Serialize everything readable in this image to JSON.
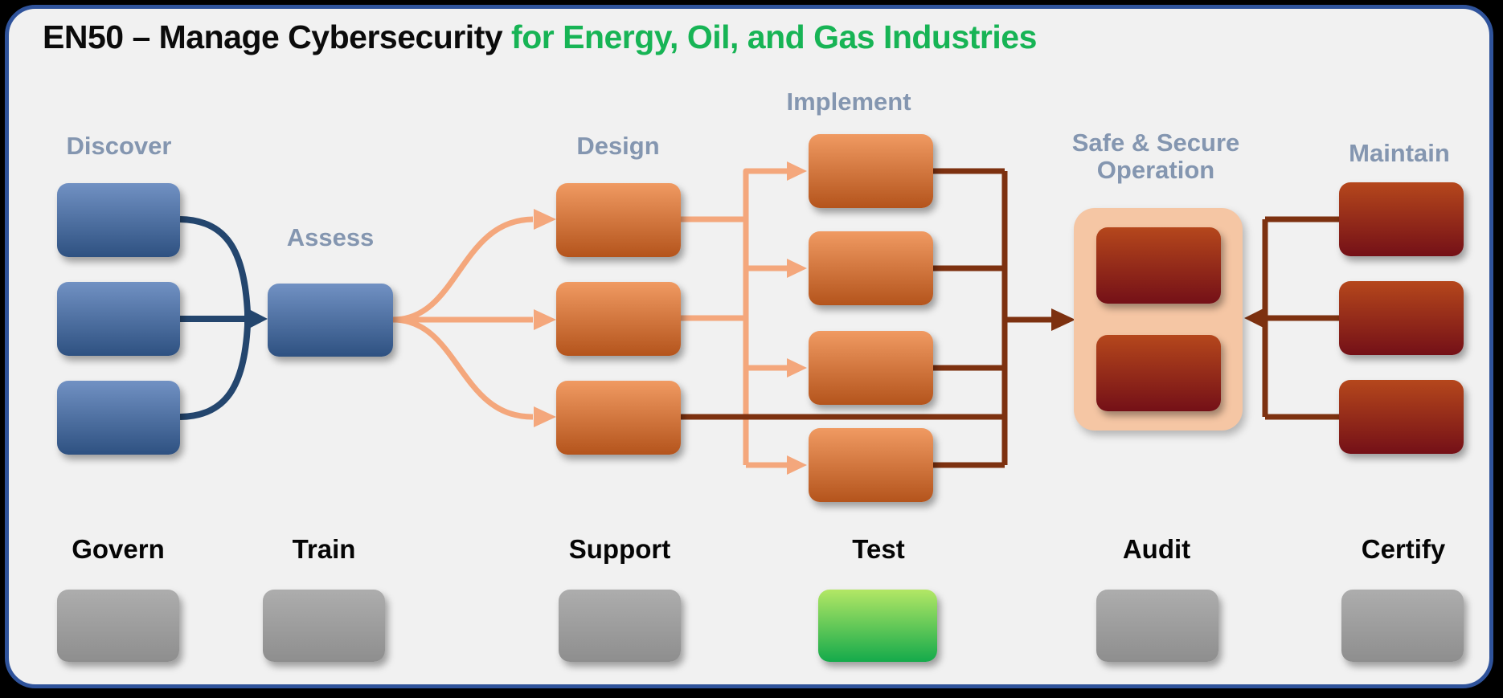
{
  "title": {
    "prefix": "EN50 – Manage Cybersecurity ",
    "highlight": "for Energy, Oil, and Gas Industries"
  },
  "stages": {
    "discover": {
      "label": "Discover",
      "box_count": 3
    },
    "assess": {
      "label": "Assess",
      "box_count": 1
    },
    "design": {
      "label": "Design",
      "box_count": 3
    },
    "implement": {
      "label": "Implement",
      "box_count": 4
    },
    "operation": {
      "label": "Safe & Secure Operation",
      "box_count": 2
    },
    "maintain": {
      "label": "Maintain",
      "box_count": 3
    }
  },
  "support_functions": [
    {
      "label": "Govern",
      "state": "inactive"
    },
    {
      "label": "Train",
      "state": "inactive"
    },
    {
      "label": "Support",
      "state": "inactive"
    },
    {
      "label": "Test",
      "state": "active"
    },
    {
      "label": "Audit",
      "state": "inactive"
    },
    {
      "label": "Certify",
      "state": "inactive"
    }
  ],
  "colors": {
    "page-bg": "#000000",
    "panel-bg": "#f1f1f1",
    "panel-border": "#2f539b",
    "title-text": "#0b0b0b",
    "title-accent": "#17b455",
    "stage-label": "#8496b0",
    "bottom-label": "#050505",
    "blue-top": "#7191c3",
    "blue-bottom": "#2e5181",
    "orange-top": "#f09a62",
    "orange-bottom": "#b4541c",
    "red-top": "#b5471c",
    "red-bottom": "#741017",
    "peach": "#f5c6a4",
    "gray-top": "#adadad",
    "gray-bottom": "#8e8e8e",
    "green-top": "#b3e765",
    "green-bottom": "#14aa4b",
    "arrow-navy": "#24466e",
    "arrow-light": "#f4a77c",
    "arrow-dark": "#7d3110"
  }
}
